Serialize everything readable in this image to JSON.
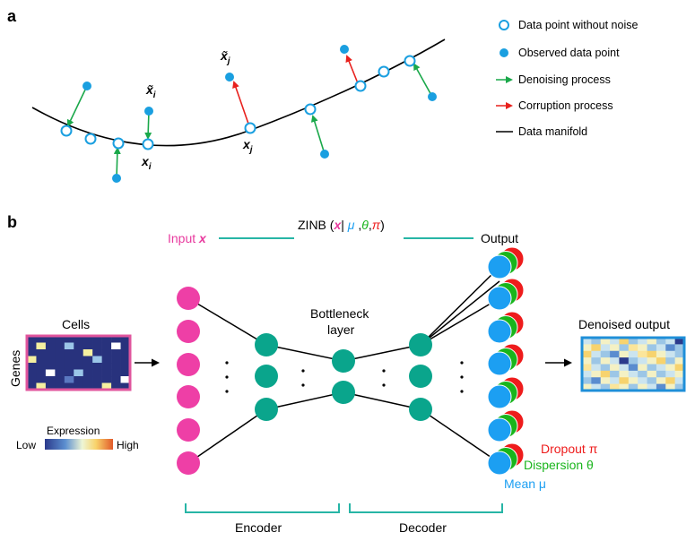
{
  "panel_a": {
    "label": "a",
    "legend": {
      "clean_point": "Data point without noise",
      "observed_point": "Observed data point",
      "denoising": "Denoising process",
      "corruption": "Corruption process",
      "manifold": "Data manifold"
    },
    "labels": {
      "x_i": "x",
      "x_i_sub": "i",
      "x_j": "x",
      "x_j_sub": "j",
      "xt_i": "x̃",
      "xt_i_sub": "i",
      "xt_j": "x̃",
      "xt_j_sub": "j"
    }
  },
  "panel_b": {
    "label": "b",
    "input_prefix": "Input ",
    "input_var": "x",
    "zinb": {
      "prefix": "ZINB (",
      "x": "x",
      "bar": "| ",
      "mu": "μ",
      "comma1": " ,",
      "theta": "θ",
      "comma2": ",",
      "pi": "π",
      "suffix": ")"
    },
    "output": "Output",
    "bottleneck_line1": "Bottleneck",
    "bottleneck_line2": "layer",
    "cells": "Cells",
    "genes": "Genes",
    "expression": "Expression",
    "low": "Low",
    "high": "High",
    "denoised_output": "Denoised output",
    "dropout": "Dropout π",
    "dispersion": "Dispersion θ",
    "mean": "Mean μ",
    "encoder": "Encoder",
    "decoder": "Decoder"
  },
  "colors": {
    "clean_point": "#1a9fe0",
    "observed_point": "#1a9fe0",
    "denoising": "#1aa84a",
    "corruption": "#e8211d",
    "input_node": "#ee3fa6",
    "hidden_node": "#0aa58c",
    "dropout_node": "#ee1c1c",
    "dispersion_node": "#19b51c",
    "mean_node": "#1c9ff2",
    "zinb_line": "#27b5a6",
    "matrix_border_input": "#e0559d",
    "matrix_border_output": "#1f8fd8"
  }
}
